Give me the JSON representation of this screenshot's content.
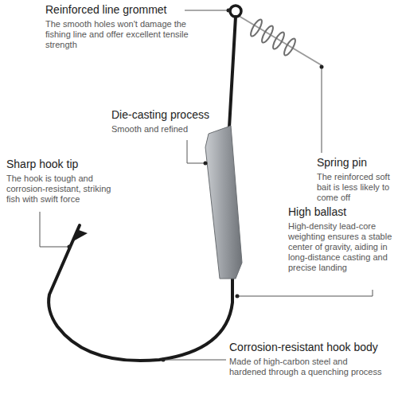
{
  "diagram": {
    "labels": [
      "Reinforced line grommet",
      "The smooth holes won't damage the fishing line and offer excellent tensile strength",
      "Spring pin",
      "The reinforced soft bait is less likely to come off",
      "Die-casting process",
      "Smooth and refined",
      "Sharp hook tip",
      "The hook is tough and corrosion-resistant, striking fish with swift force",
      "High ballast",
      "High-density lead-core weighting ensures a stable center of gravity, aiding in long-distance casting and precise landing",
      "Corrosion-resistant hook body",
      "Made of high-carbon steel and hardened through a quenching process"
    ]
  }
}
